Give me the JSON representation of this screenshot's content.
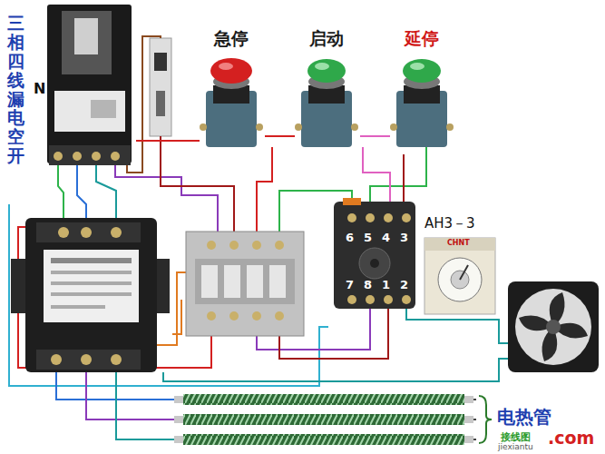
{
  "diagram": {
    "nodes": [
      {
        "text": [
          "三相四线漏电空开",
          "N"
        ]
      },
      {
        "text": [
          "急停"
        ]
      },
      {
        "text": [
          "启动"
        ]
      },
      {
        "text": [
          "延停"
        ]
      },
      {
        "text": [
          "6",
          "5",
          "4",
          "3",
          "7",
          "8",
          "1",
          "2"
        ]
      },
      {
        "text": [
          "AH3－3",
          "CHNT"
        ]
      },
      {
        "text": [
          "电热管"
        ]
      }
    ],
    "edges": [
      {
        "from": 0,
        "to": 1,
        "arrow": "none"
      },
      {
        "from": 1,
        "to": 2,
        "arrow": "none"
      },
      {
        "from": 2,
        "to": 3,
        "arrow": "none"
      },
      {
        "from": 3,
        "to": 4,
        "arrow": "none"
      }
    ],
    "labels": [
      "接线图",
      "jiexiantu",
      ".com"
    ]
  }
}
